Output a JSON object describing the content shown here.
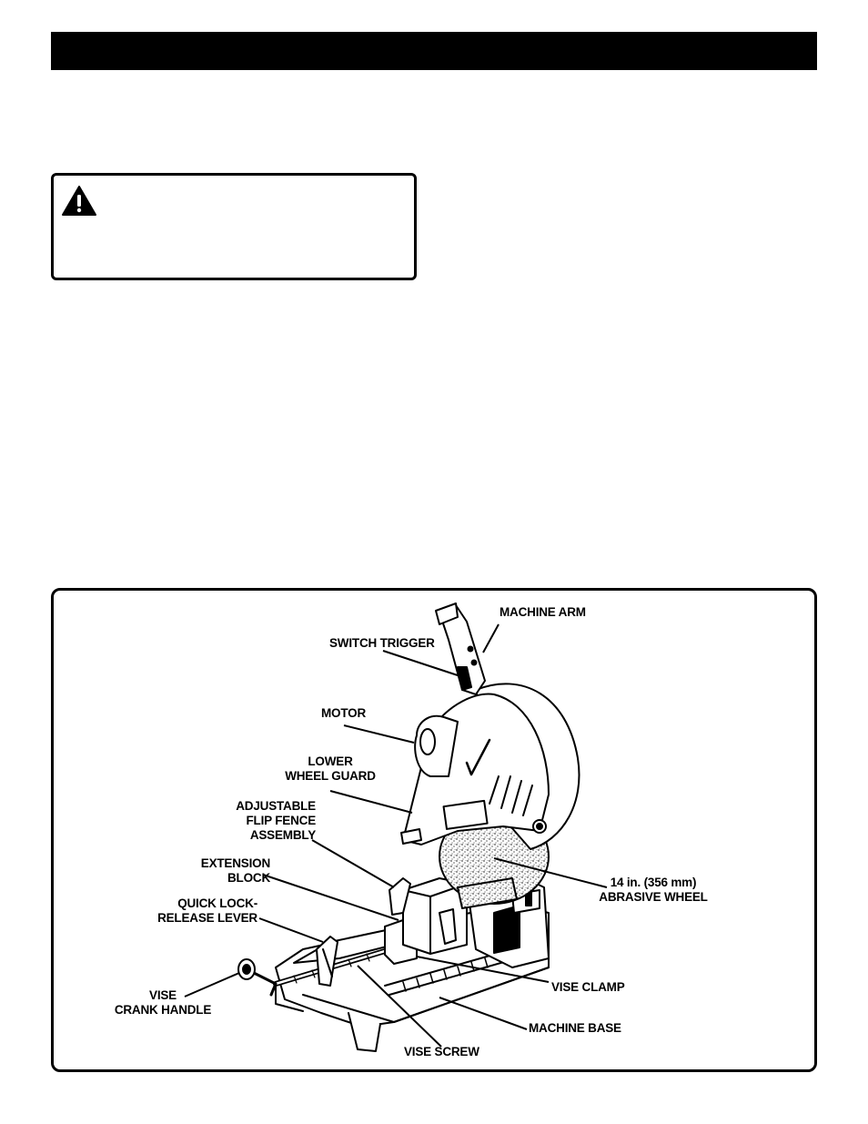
{
  "page": {
    "header_bar": "",
    "warning": {
      "icon": "warning-triangle-icon",
      "text": ""
    }
  },
  "figure": {
    "labels": {
      "machine_arm": "MACHINE ARM",
      "switch_trigger": "SWITCH TRIGGER",
      "motor": "MOTOR",
      "lower_wheel_guard_1": "LOWER",
      "lower_wheel_guard_2": "WHEEL GUARD",
      "flip_fence_1": "ADJUSTABLE",
      "flip_fence_2": "FLIP FENCE",
      "flip_fence_3": "ASSEMBLY",
      "extension_block_1": "EXTENSION",
      "extension_block_2": "BLOCK",
      "quick_lock_1": "QUICK LOCK-",
      "quick_lock_2": "RELEASE LEVER",
      "vise_crank_1": "VISE",
      "vise_crank_2": "CRANK HANDLE",
      "abrasive_wheel_1": "14 in. (356 mm)",
      "abrasive_wheel_2": "ABRASIVE WHEEL",
      "vise_clamp": "VISE CLAMP",
      "machine_base": "MACHINE BASE",
      "vise_screw": "VISE SCREW"
    }
  }
}
